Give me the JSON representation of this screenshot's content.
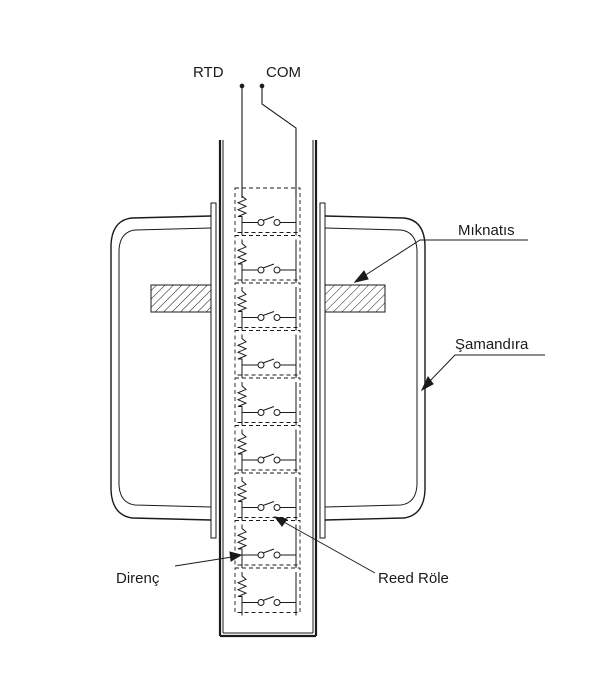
{
  "labels": {
    "rtd": "RTD",
    "com": "COM",
    "magnet": "Mıknatıs",
    "float": "Şamandıra",
    "resistor": "Direnç",
    "reed_relay": "Reed Röle"
  },
  "diagram": {
    "reed_relay_count": 9
  },
  "colors": {
    "line": "#1a1a1a",
    "background": "#ffffff"
  }
}
